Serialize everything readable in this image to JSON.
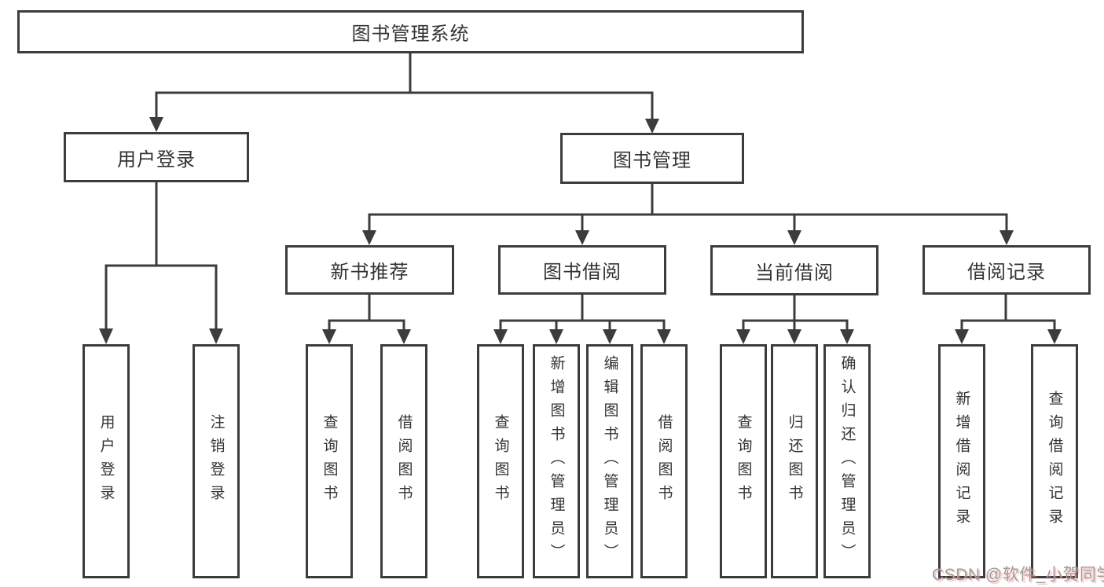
{
  "diagram": {
    "root": {
      "label": "图书管理系统"
    },
    "branches": [
      {
        "label": "用户登录",
        "children": [
          {
            "label": "用户登录"
          },
          {
            "label": "注销登录"
          }
        ]
      },
      {
        "label": "图书管理",
        "children": [
          {
            "label": "新书推荐",
            "children": [
              {
                "label": "查询图书"
              },
              {
                "label": "借阅图书"
              }
            ]
          },
          {
            "label": "图书借阅",
            "children": [
              {
                "label": "查询图书"
              },
              {
                "label": "新增图书（管理员）"
              },
              {
                "label": "编辑图书（管理员）"
              },
              {
                "label": "借阅图书"
              }
            ]
          },
          {
            "label": "当前借阅",
            "children": [
              {
                "label": "查询图书"
              },
              {
                "label": "归还图书"
              },
              {
                "label": "确认归还（管理员）"
              }
            ]
          },
          {
            "label": "借阅记录",
            "children": [
              {
                "label": "新增借阅记录"
              },
              {
                "label": "查询借阅记录"
              }
            ]
          }
        ]
      }
    ]
  },
  "watermark": {
    "text": "CSDN @软件_小贺同学"
  },
  "colors": {
    "line": "#3c3c3c",
    "box_background": "#ffffff",
    "text": "#333333",
    "watermark_gray": "#9e9e9e",
    "watermark_shadow": "#ff8c8c"
  }
}
